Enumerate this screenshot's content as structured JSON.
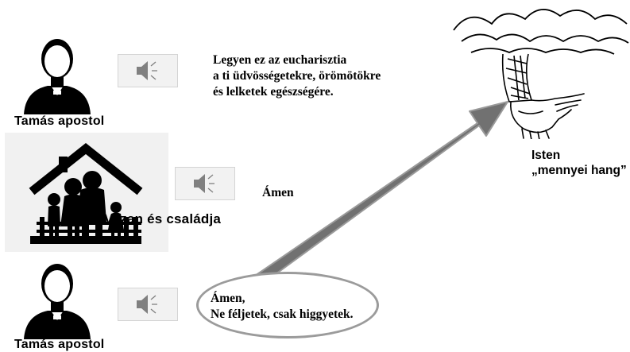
{
  "top_speaker": {
    "name": "Tamás apostol",
    "audio_icon": "speaker-icon",
    "speech_lines": [
      "Legyen ez az eucharisztia",
      "a ti üdvösségetekre, örömötökre",
      "és lelketek egészségére."
    ]
  },
  "family": {
    "name": "Vazan és családja",
    "audio_icon": "speaker-icon",
    "speech": "Ámen"
  },
  "bottom_speaker": {
    "name": "Tamás apostol",
    "audio_icon": "speaker-icon",
    "speech_lines": [
      "Ámen,",
      "Ne féljetek, csak higgyetek."
    ]
  },
  "god": {
    "lines": [
      "Isten",
      "„mennyei hang”"
    ]
  },
  "colors": {
    "arrow": "#717171",
    "arrow_edge": "#9a9a9a",
    "ellipse_border": "#9b9b9b",
    "panel_bg": "#f1f1f1",
    "button_bg": "#f2f2f2"
  }
}
